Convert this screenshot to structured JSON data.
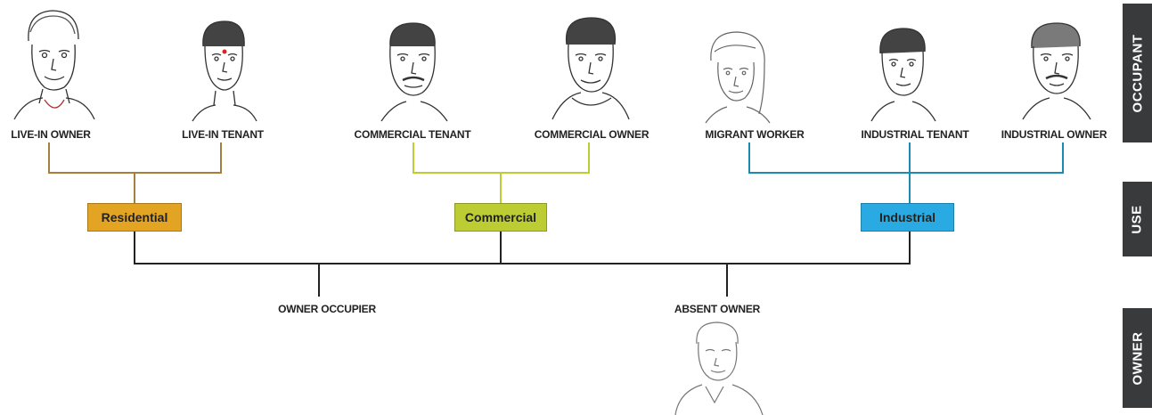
{
  "occupants": [
    {
      "id": "live-in-owner",
      "label": "LIVE-IN OWNER"
    },
    {
      "id": "live-in-tenant",
      "label": "LIVE-IN TENANT"
    },
    {
      "id": "commercial-tenant",
      "label": "COMMERCIAL TENANT"
    },
    {
      "id": "commercial-owner",
      "label": "COMMERCIAL OWNER"
    },
    {
      "id": "migrant-worker",
      "label": "MIGRANT WORKER"
    },
    {
      "id": "industrial-tenant",
      "label": "INDUSTRIAL TENANT"
    },
    {
      "id": "industrial-owner",
      "label": "INDUSTRIAL OWNER"
    }
  ],
  "uses": [
    {
      "id": "residential",
      "label": "Residential",
      "color": "#e3a323",
      "line_color": "#a47f3e"
    },
    {
      "id": "commercial",
      "label": "Commercial",
      "color": "#bccc33",
      "line_color": "#bccc33"
    },
    {
      "id": "industrial",
      "label": "Industrial",
      "color": "#29aae2",
      "line_color": "#1d8ab0"
    }
  ],
  "owners": [
    {
      "id": "owner-occupier",
      "label": "OWNER OCCUPIER"
    },
    {
      "id": "absent-owner",
      "label": "ABSENT OWNER"
    }
  ],
  "side_tabs": {
    "occupant": "OCCUPANT",
    "use": "USE",
    "owner": "OWNER"
  },
  "colors": {
    "tree_line": "#222222",
    "side_tab_bg": "#383a3c"
  }
}
